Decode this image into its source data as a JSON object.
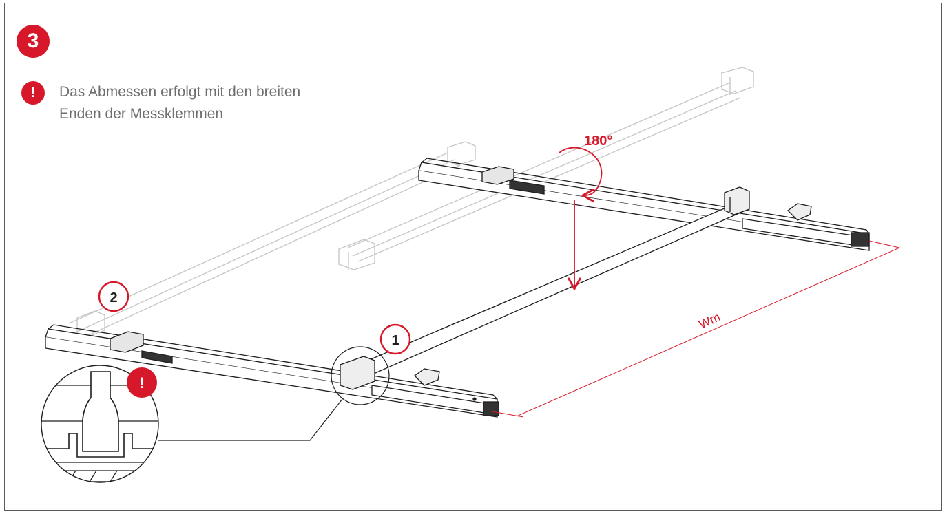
{
  "step": {
    "number": "3"
  },
  "note": {
    "icon": "!",
    "text_line1": "Das Abmessen erfolgt mit den breiten",
    "text_line2": "Enden der Messklemmen"
  },
  "labels": {
    "rotation": "180°",
    "dimension": "Wm",
    "callout_1": "1",
    "callout_2": "2",
    "detail_warning": "!"
  },
  "colors": {
    "accent": "#d7182a",
    "line": "#1e1e1e",
    "ghost": "#c8c8c8",
    "text": "#6e6e6e"
  }
}
